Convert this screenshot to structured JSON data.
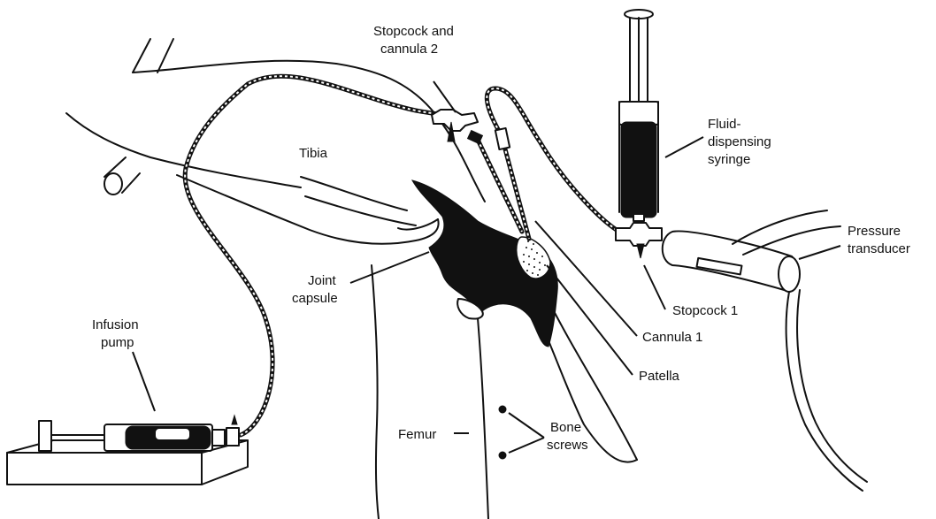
{
  "labels": {
    "stopcock_cannula2_line1": "Stopcock and",
    "stopcock_cannula2_line2": "cannula 2",
    "tibia": "Tibia",
    "fluid_syringe_line1": "Fluid-",
    "fluid_syringe_line2": "dispensing",
    "fluid_syringe_line3": "syringe",
    "pressure_transducer_line1": "Pressure",
    "pressure_transducer_line2": "transducer",
    "joint_capsule_line1": "Joint",
    "joint_capsule_line2": "capsule",
    "stopcock1": "Stopcock 1",
    "cannula1": "Cannula 1",
    "infusion_pump_line1": "Infusion",
    "infusion_pump_line2": "pump",
    "patella": "Patella",
    "femur": "Femur",
    "bone_screws_line1": "Bone",
    "bone_screws_line2": "screws"
  }
}
